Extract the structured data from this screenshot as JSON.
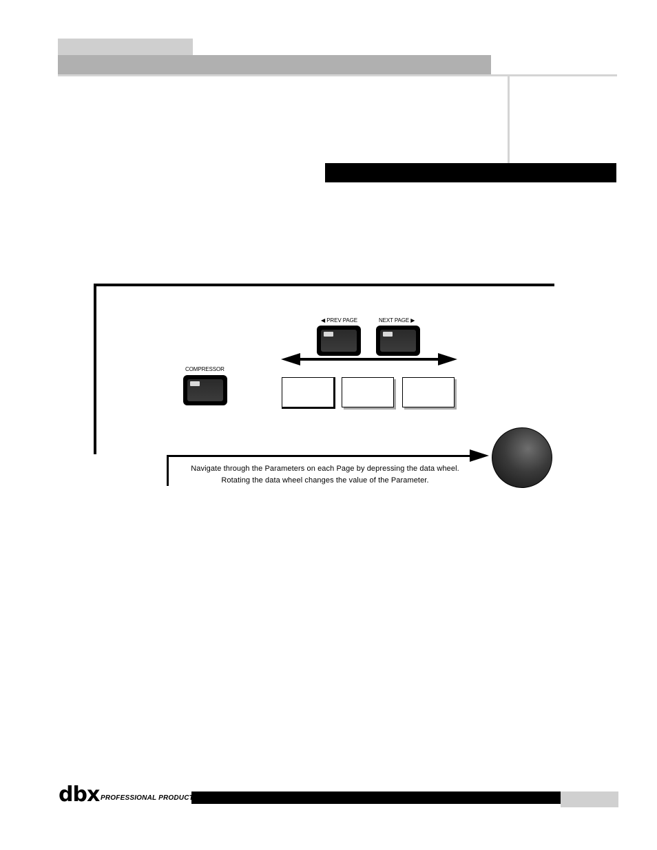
{
  "figure": {
    "compressor_label": "COMPRESSOR",
    "prev_page_label": "PREV PAGE",
    "next_page_label": "NEXT PAGE",
    "prev_arrow_glyph": "◀",
    "next_arrow_glyph": "▶",
    "description_line1": "Navigate through the Parameters on each Page by depressing the data wheel.",
    "description_line2": "Rotating the data wheel changes the value of the Parameter.",
    "page_boxes": 3,
    "active_page": 1
  },
  "footer": {
    "logo_text": "dbx",
    "tagline": "PROFESSIONAL PRODUCTS"
  },
  "colors": {
    "header_tab": "#cfcfcf",
    "header_bar": "#b0b0b0",
    "title_bar": "#000000",
    "led": "#d9d9d9"
  }
}
